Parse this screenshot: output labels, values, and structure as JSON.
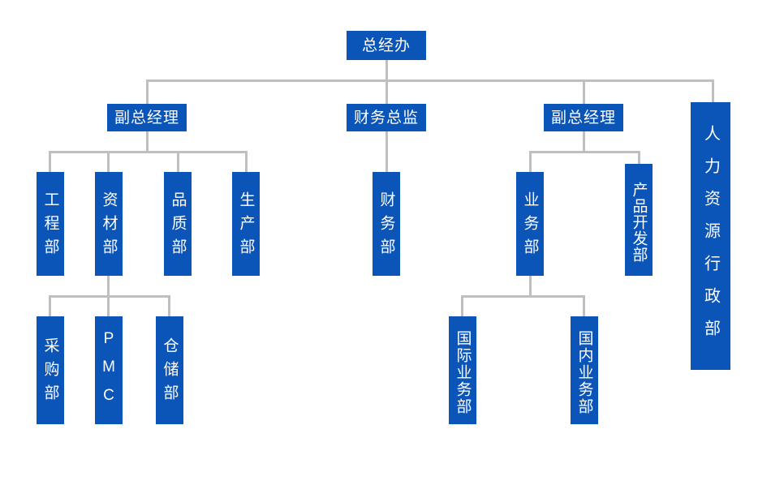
{
  "chart": {
    "title": "",
    "type": "org-chart",
    "box_color": "#0b54b8",
    "connector_color": "#bfbfbf",
    "text_color": "#ffffff",
    "background": "#ffffff"
  },
  "nodes": {
    "gm_office": "总经办",
    "deputy_gm_left": "副总经理",
    "finance_director": "财务总监",
    "deputy_gm_right": "副总经理",
    "hr_admin": "人力资源行政部",
    "engineering": "工程部",
    "materials": "资材部",
    "quality": "品质部",
    "production": "生产部",
    "finance_dept": "财务部",
    "sales": "业务部",
    "product_dev": "产品开发部",
    "purchasing": "采购部",
    "pmc": "PMC",
    "warehouse": "仓储部",
    "intl_sales": "国际业务部",
    "domestic_sales": "国内业务部"
  }
}
